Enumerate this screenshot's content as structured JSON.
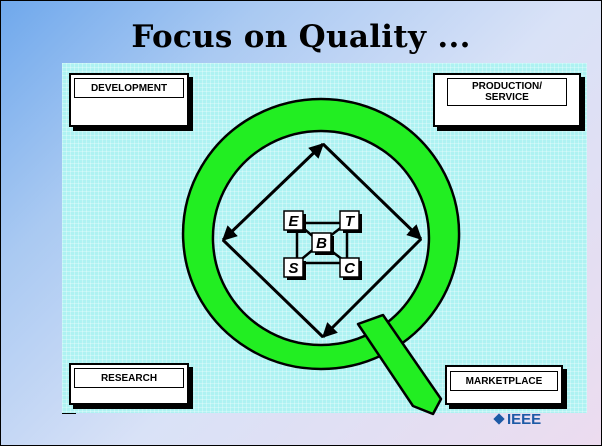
{
  "slide": {
    "title": "Focus on Quality ..."
  },
  "boxes": {
    "development": "DEVELOPMENT",
    "production_line1": "PRODUCTION/",
    "production_line2": "SERVICE",
    "research": "RESEARCH",
    "marketplace": "MARKETPLACE"
  },
  "center": {
    "e": "E",
    "t": "T",
    "b": "B",
    "s": "S",
    "c": "C"
  },
  "logo": {
    "text": "IEEE"
  },
  "colors": {
    "ring_green": "#22ee22",
    "panel_cyan": "#aef2f2",
    "logo_blue": "#1d5aa6"
  }
}
